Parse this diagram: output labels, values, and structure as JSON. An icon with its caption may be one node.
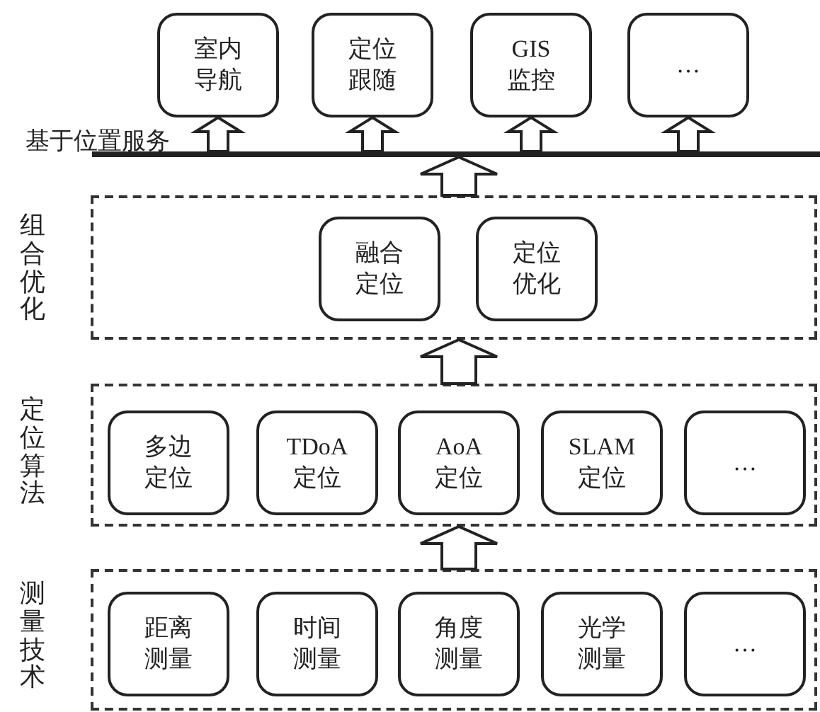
{
  "diagram": {
    "nodes": [
      {
        "text": [
          "室内导航"
        ]
      },
      {
        "text": [
          "定位跟随"
        ]
      },
      {
        "text": [
          "GIS 监控"
        ]
      },
      {
        "text": [
          "…"
        ]
      },
      {
        "text": [
          "基于位置服务"
        ]
      },
      {
        "text": [
          "组合优化"
        ]
      },
      {
        "text": [
          "融合定位"
        ],
        "in": 5
      },
      {
        "text": [
          "定位优化"
        ],
        "in": 5
      },
      {
        "text": [
          "定位算法"
        ]
      },
      {
        "text": [
          "多边定位"
        ],
        "in": 8
      },
      {
        "text": [
          "TDoA 定位"
        ],
        "in": 8
      },
      {
        "text": [
          "AoA 定位"
        ],
        "in": 8
      },
      {
        "text": [
          "SLAM 定位"
        ],
        "in": 8
      },
      {
        "text": [
          "…"
        ],
        "in": 8
      },
      {
        "text": [
          "测量技术"
        ]
      },
      {
        "text": [
          "距离测量"
        ],
        "in": 14
      },
      {
        "text": [
          "时间测量"
        ],
        "in": 14
      },
      {
        "text": [
          "角度测量"
        ],
        "in": 14
      },
      {
        "text": [
          "光学测量"
        ],
        "in": 14
      },
      {
        "text": [
          "…"
        ],
        "in": 14
      }
    ],
    "edges": [
      {
        "from": 4,
        "to": 0,
        "arrow": "to"
      },
      {
        "from": 4,
        "to": 1,
        "arrow": "to"
      },
      {
        "from": 4,
        "to": 2,
        "arrow": "to"
      },
      {
        "from": 4,
        "to": 3,
        "arrow": "to"
      },
      {
        "from": 5,
        "to": 4,
        "arrow": "to"
      },
      {
        "from": 8,
        "to": 5,
        "arrow": "to"
      },
      {
        "from": 14,
        "to": 8,
        "arrow": "to"
      }
    ]
  }
}
